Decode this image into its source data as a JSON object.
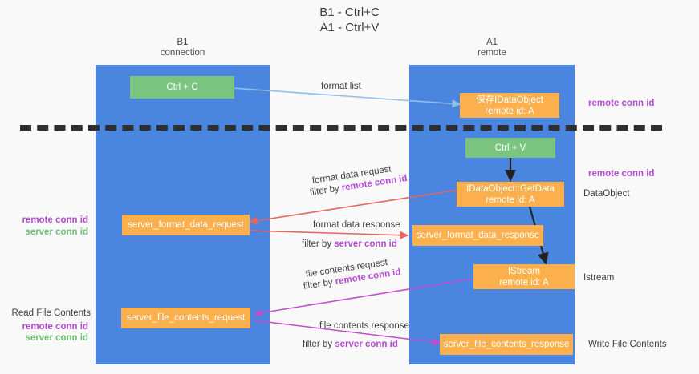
{
  "title": {
    "line1": "B1 - Ctrl+C",
    "line2": "A1 - Ctrl+V"
  },
  "columns": [
    {
      "name": "B1",
      "role": "connection"
    },
    {
      "name": "A1",
      "role": "remote"
    }
  ],
  "nodes": {
    "ctrl_c": {
      "line1": "Ctrl + C",
      "line2": ""
    },
    "save_idataobject": {
      "line1": "保存IDataObject",
      "line2": "remote id: A"
    },
    "ctrl_v": {
      "line1": "Ctrl + V",
      "line2": ""
    },
    "getdata": {
      "line1": "IDataObject::GetData",
      "line2": "remote id: A"
    },
    "format_data_request": {
      "line1": "server_format_data_request",
      "line2": ""
    },
    "format_data_response": {
      "line1": "server_format_data_response",
      "line2": ""
    },
    "istream": {
      "line1": "IStream",
      "line2": "remote id: A"
    },
    "file_contents_request": {
      "line1": "server_file_contents_request",
      "line2": ""
    },
    "file_contents_response": {
      "line1": "server_file_contents_response",
      "line2": ""
    }
  },
  "edge_labels": {
    "format_list": {
      "text": "format list"
    },
    "format_data_request": {
      "text": "format data request"
    },
    "format_data_request_filter": {
      "prefix": "filter by ",
      "key": "remote conn id"
    },
    "format_data_response": {
      "text": "format data response"
    },
    "format_data_response_filter": {
      "prefix": "filter by ",
      "key": "server conn id"
    },
    "file_contents_request": {
      "text": "file contents request"
    },
    "file_contents_request_filter": {
      "prefix": "filter by ",
      "key": "remote conn id"
    },
    "file_contents_response": {
      "text": "file contents response"
    },
    "file_contents_response_filter": {
      "prefix": "filter by ",
      "key": "server conn id"
    }
  },
  "annotations": {
    "right_remote_conn_id_top": "remote conn id",
    "right_remote_conn_id_mid": "remote conn id",
    "right_dataobject": "DataObject",
    "right_istream": "Istream",
    "right_write_file_contents": "Write File Contents",
    "left_remote_conn_id_mid": "remote conn id",
    "left_server_conn_id_mid": "server conn id",
    "left_read_file_contents": "Read File Contents",
    "left_remote_conn_id_bot": "remote conn id",
    "left_server_conn_id_bot": "server conn id"
  },
  "colors": {
    "lane": "#4a86e0",
    "green": "#7ac47f",
    "orange": "#fbb04d",
    "purple": "#b44ad0",
    "green_text": "#6cbf73",
    "wire_blue": "#8fc0ea",
    "wire_red": "#e8645f",
    "wire_purple": "#c44ad0",
    "wire_black": "#222222",
    "background": "#f9f9fa"
  }
}
